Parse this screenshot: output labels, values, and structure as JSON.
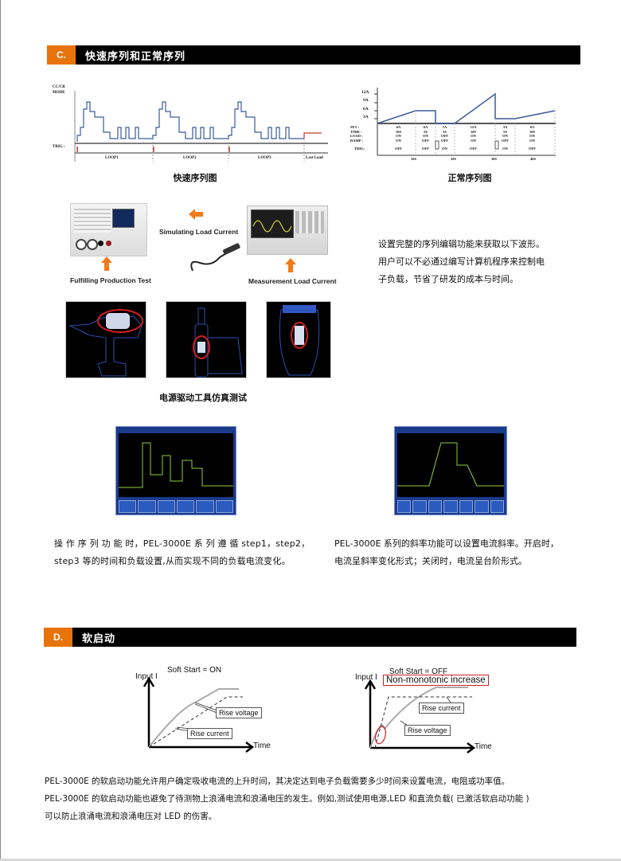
{
  "section_c": {
    "letter": "C.",
    "title": "快速序列和正常序列",
    "fast_sequence": {
      "y_label_1": "CC/CR",
      "y_label_2": "MODE",
      "trig_label": "TRIG :",
      "loops": [
        "LOOP1",
        "LOOP2",
        "LOOP3",
        "Last Load"
      ],
      "caption": "快速序列图"
    },
    "normal_sequence": {
      "y_ticks": [
        "12A",
        "9A",
        "6A",
        "3A"
      ],
      "row_labels": [
        "SET :",
        "TIME :",
        "LOAD :",
        "RAMP :",
        "TRIG:"
      ],
      "columns": [
        {
          "set": "6A",
          "time": "10S",
          "load": "ON",
          "ramp": "ON",
          "trig": "OFF"
        },
        {
          "set": "6A",
          "time": "5S",
          "load": "ON",
          "ramp": "OFF",
          "trig": "OFF"
        },
        {
          "set": "1A",
          "time": "5S",
          "load": "OFF",
          "ramp": "OFF",
          "trig": "ON"
        },
        {
          "set": "12A",
          "time": "10S",
          "load": "ON",
          "ramp": "ON",
          "trig": "OFF"
        },
        {
          "set": "3A",
          "time": "5S",
          "load": "ON",
          "ramp": "OFF",
          "trig": "ON"
        },
        {
          "set": "6A",
          "time": "10S",
          "load": "ON",
          "ramp": "ON",
          "trig": "OFF"
        }
      ],
      "x_ticks": [
        "10S",
        "20S",
        "30S",
        "40S"
      ],
      "caption": "正常序列图"
    },
    "product_setup": {
      "simulating_label": "Simulating Load Current",
      "production_label": "Fulfilling Production Test",
      "measurement_label": "Measurement Load Current"
    },
    "description": [
      "设置完整的序列编辑功能来获取以下波形。",
      "用户可以不必通过编写计算机程序来控制电",
      "子负载，节省了研发的成本与时间。"
    ],
    "tools_caption": "电源驱动工具仿真测试",
    "scope_left_text": [
      "操 作 序 列 功 能 时，PEL-3000E  系 列 遵 循  step1，step2，",
      "step3 等的时间和负载设置,从而实现不同的负载电流变化。"
    ],
    "scope_right_text": [
      "PEL-3000E  系列的斜率功能可以设置电流斜率。开启时，",
      "电流呈斜率变化形式；关闭时，电流呈台阶形式。"
    ]
  },
  "section_d": {
    "letter": "D.",
    "title": "软启动",
    "chart_on": {
      "title": "Soft Start = ON",
      "y_label": "Input I",
      "x_label": "Time",
      "callouts": [
        "Rise voltage",
        "Rise current"
      ]
    },
    "chart_off": {
      "title": "Soft Start = OFF",
      "highlight": "Non-monotonic increase",
      "y_label": "Input I",
      "x_label": "Time",
      "callouts": [
        "Rise current",
        "Rise voltage"
      ]
    },
    "paragraph": [
      "PEL-3000E  的软启动功能允许用户确定吸收电流的上升时间，其决定达到电子负载需要多少时间来设置电流，电阻或功率值。",
      "PEL-3000E 的软启动功能也避免了待测物上浪涌电流和浪涌电压的发生。例如,测试使用电源,LED 和直流负载( 已激活软启动功能 )",
      "可以防止浪涌电流和浪涌电压对 LED 的伤害。"
    ]
  },
  "colors": {
    "accent_orange": "#e8730a",
    "header_black": "#000000",
    "wave_blue": "#3a5a9a",
    "trig_red": "#c0392b",
    "highlight_red": "#cc2222"
  }
}
